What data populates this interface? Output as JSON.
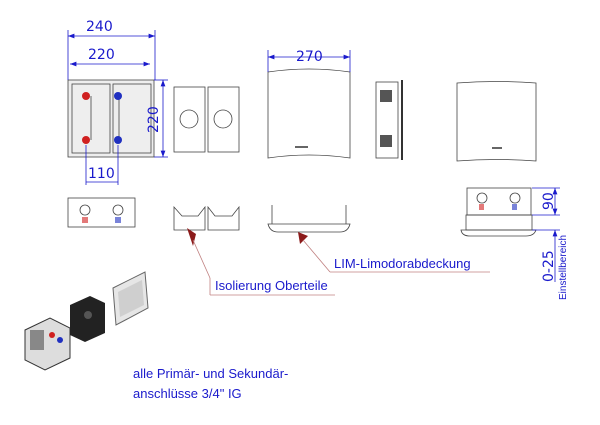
{
  "dimensions": {
    "box_outer_width": "240",
    "box_inner_width": "220",
    "box_height": "220",
    "connection_spacing": "110",
    "cover_width": "270",
    "depth": "90",
    "adjust_range": "0-25",
    "adjust_range_label": "Einstellbereich"
  },
  "labels": {
    "insulation": "Isolierung Oberteile",
    "cover": "LIM-Limodorabdeckung"
  },
  "note": {
    "line1": "alle Primär- und Sekundär-",
    "line2": "anschlüsse 3/4\" IG"
  },
  "colors": {
    "dimension": "#1a1acc",
    "leader": "#8b1a1a",
    "hot": "#d02020",
    "cold": "#2030c0"
  }
}
